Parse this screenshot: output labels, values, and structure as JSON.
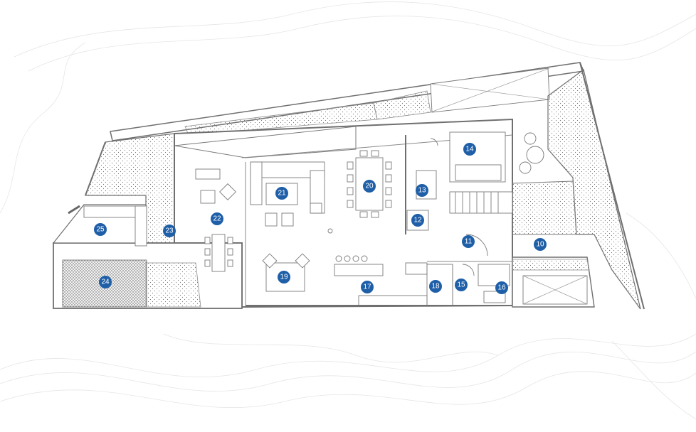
{
  "plan": {
    "badge_color": "#1f5fa8",
    "rooms": [
      {
        "id": "r10",
        "label": "10"
      },
      {
        "id": "r11",
        "label": "11"
      },
      {
        "id": "r12",
        "label": "12"
      },
      {
        "id": "r13",
        "label": "13"
      },
      {
        "id": "r14",
        "label": "14"
      },
      {
        "id": "r15",
        "label": "15"
      },
      {
        "id": "r16",
        "label": "16"
      },
      {
        "id": "r17",
        "label": "17"
      },
      {
        "id": "r18",
        "label": "18"
      },
      {
        "id": "r19",
        "label": "19"
      },
      {
        "id": "r20",
        "label": "20"
      },
      {
        "id": "r21",
        "label": "21"
      },
      {
        "id": "r22",
        "label": "22"
      },
      {
        "id": "r23",
        "label": "23"
      },
      {
        "id": "r24",
        "label": "24"
      },
      {
        "id": "r25",
        "label": "25"
      }
    ]
  }
}
